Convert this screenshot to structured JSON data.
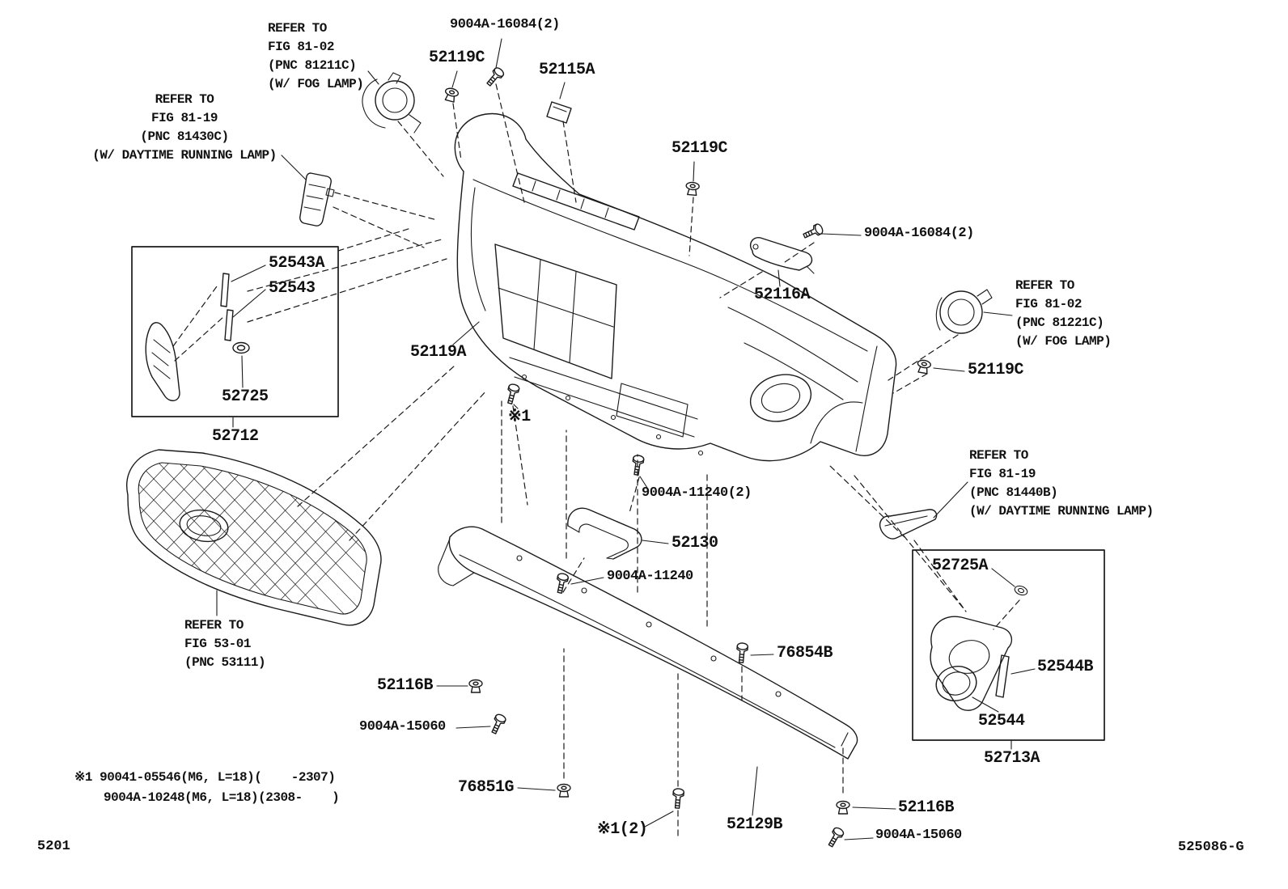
{
  "page": {
    "code": "5201",
    "figure": "525086-G"
  },
  "colors": {
    "line": "#1a1a1a",
    "background": "#ffffff"
  },
  "notes": {
    "fog_left": "REFER TO\nFIG 81-02\n(PNC 81211C)\n(W/ FOG LAMP)",
    "drl_left": "REFER TO\nFIG 81-19\n(PNC 81430C)\n(W/ DAYTIME RUNNING LAMP)",
    "fog_right": "REFER TO\nFIG 81-02\n(PNC 81221C)\n(W/ FOG LAMP)",
    "drl_right": "REFER TO\nFIG 81-19\n(PNC 81440B)\n(W/ DAYTIME RUNNING LAMP)",
    "grille": "REFER TO\nFIG 53-01\n(PNC 53111)"
  },
  "callouts": {
    "bolt16084_top": "9004A-16084(2)",
    "c52119c_top": "52119C",
    "c52115a": "52115A",
    "c52119c_mid": "52119C",
    "bolt16084_right": "9004A-16084(2)",
    "c52543a": "52543A",
    "c52543": "52543",
    "c52116a": "52116A",
    "c52119a": "52119A",
    "c52119c_right": "52119C",
    "c52725": "52725",
    "c52712": "52712",
    "mark1": "※1",
    "bolt11240_2": "9004A-11240(2)",
    "c52130": "52130",
    "bolt11240": "9004A-11240",
    "c52725a": "52725A",
    "c76854b": "76854B",
    "c52116b_left": "52116B",
    "c52544b": "52544B",
    "bolt15060_left": "9004A-15060",
    "c52544": "52544",
    "c52713a": "52713A",
    "c76851g": "76851G",
    "mark1_2": "※1(2)",
    "c52129b": "52129B",
    "c52116b_right": "52116B",
    "bolt15060_right": "9004A-15060"
  },
  "footnotes": {
    "line1": "※1 90041-05546(M6, L=18)(    -2307)",
    "line2": "9004A-10248(M6, L=18)(2308-    )"
  }
}
